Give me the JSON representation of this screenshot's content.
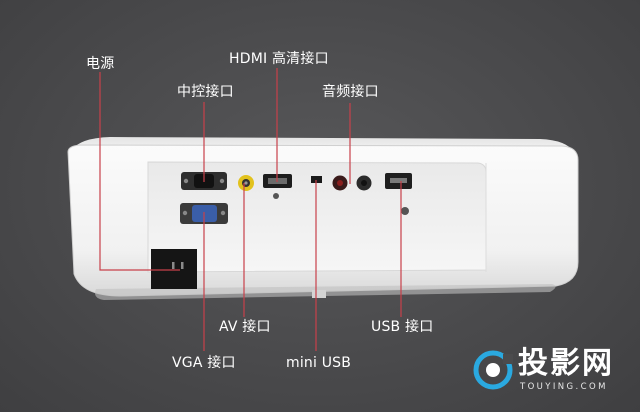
{
  "labels": {
    "power": "电源",
    "control": "中控接口",
    "hdmi": "HDMI 高清接口",
    "audio": "音频接口",
    "av": "AV 接口",
    "vga": "VGA 接口",
    "mini_usb": "mini USB",
    "usb": "USB 接口"
  },
  "logo": {
    "title": "投影网",
    "subtitle": "TOUYING.COM"
  },
  "colors": {
    "background": "#4b4b4d",
    "leader_line": "#c8404a",
    "projector_body": "#f4f4f4",
    "vga_port": "#3a5ea8",
    "av_port": "#e2c21d",
    "logo_accent": "#2aa9e0"
  }
}
